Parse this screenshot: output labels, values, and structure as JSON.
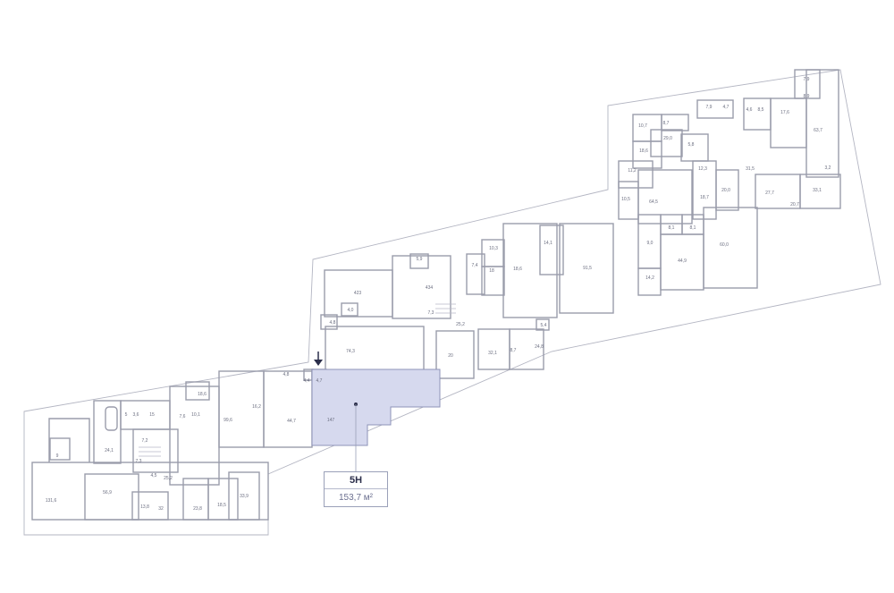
{
  "unit": {
    "number": "5Н",
    "area": "153,7 м²",
    "highlight_color": "#d6d9ee"
  },
  "rooms": [
    "5",
    "3,6",
    "15",
    "7,6",
    "10,1",
    "18,6",
    "99,6",
    "16,2",
    "44,7",
    "4,8",
    "7,2",
    "24,1",
    "9",
    "7,3",
    "4,5",
    "25,2",
    "131,6",
    "56,9",
    "13,8",
    "32",
    "23,8",
    "18,5",
    "33,9",
    "4,4",
    "4,7",
    "147",
    "74,3",
    "4,8",
    "4,0",
    "423",
    "434",
    "5,9",
    "7,4",
    "18",
    "18,6",
    "10,3",
    "14,1",
    "91,5",
    "7,3",
    "25,2",
    "20",
    "32,1",
    "8,7",
    "24,8",
    "5,4",
    "10,7",
    "8,7",
    "29,0",
    "18,6",
    "7,9",
    "4,7",
    "4,6",
    "8,5",
    "17,6",
    "7,9",
    "8,9",
    "63,7",
    "5,8",
    "12,3",
    "11,2",
    "10,5",
    "64,5",
    "18,7",
    "20,0",
    "31,5",
    "27,7",
    "33,1",
    "20,7",
    "3,2",
    "9,0",
    "8,1",
    "8,1",
    "44,9",
    "60,0",
    "14,2"
  ]
}
